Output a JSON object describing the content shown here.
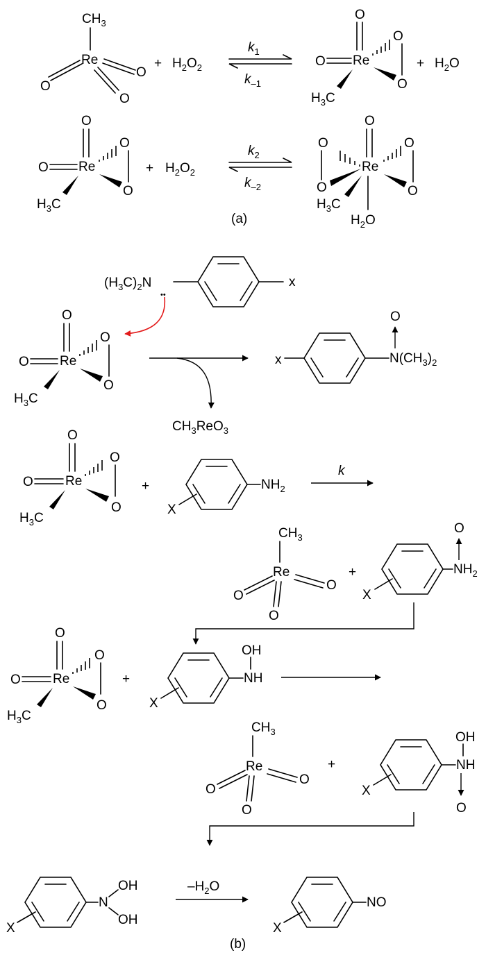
{
  "panels": {
    "a": "(a)",
    "b": "(b)"
  },
  "atoms": {
    "re": "Re",
    "o": "O",
    "ch3": "CH",
    "h3c": "H",
    "h3c_c": "C",
    "three": "3",
    "two": "2",
    "plus": "+",
    "x_lower": "x",
    "x_upper": "X"
  },
  "species": {
    "h2o2": [
      "H",
      "2",
      "O",
      "2"
    ],
    "h2o": [
      "H",
      "2",
      "O"
    ],
    "n_dimethyl_left": [
      "(H",
      "3",
      "C)",
      "2",
      "N"
    ],
    "n_dimethyl_right": [
      "N(CH",
      "3",
      ")",
      "2"
    ],
    "ch3reo3": [
      "CH",
      "3",
      "ReO",
      "3"
    ],
    "nh2": [
      "NH",
      "2"
    ],
    "nh": "NH",
    "oh": "OH",
    "n": "N",
    "no": "NO",
    "lone_pair": "••"
  },
  "rate_constants": {
    "k1": [
      "k",
      "1"
    ],
    "k_minus1": [
      "k",
      "–1"
    ],
    "k2": [
      "k",
      "2"
    ],
    "k_minus2": [
      "k",
      "–2"
    ],
    "k": "k"
  },
  "conditions": {
    "minus_water": [
      "–H",
      "2",
      "O"
    ]
  }
}
